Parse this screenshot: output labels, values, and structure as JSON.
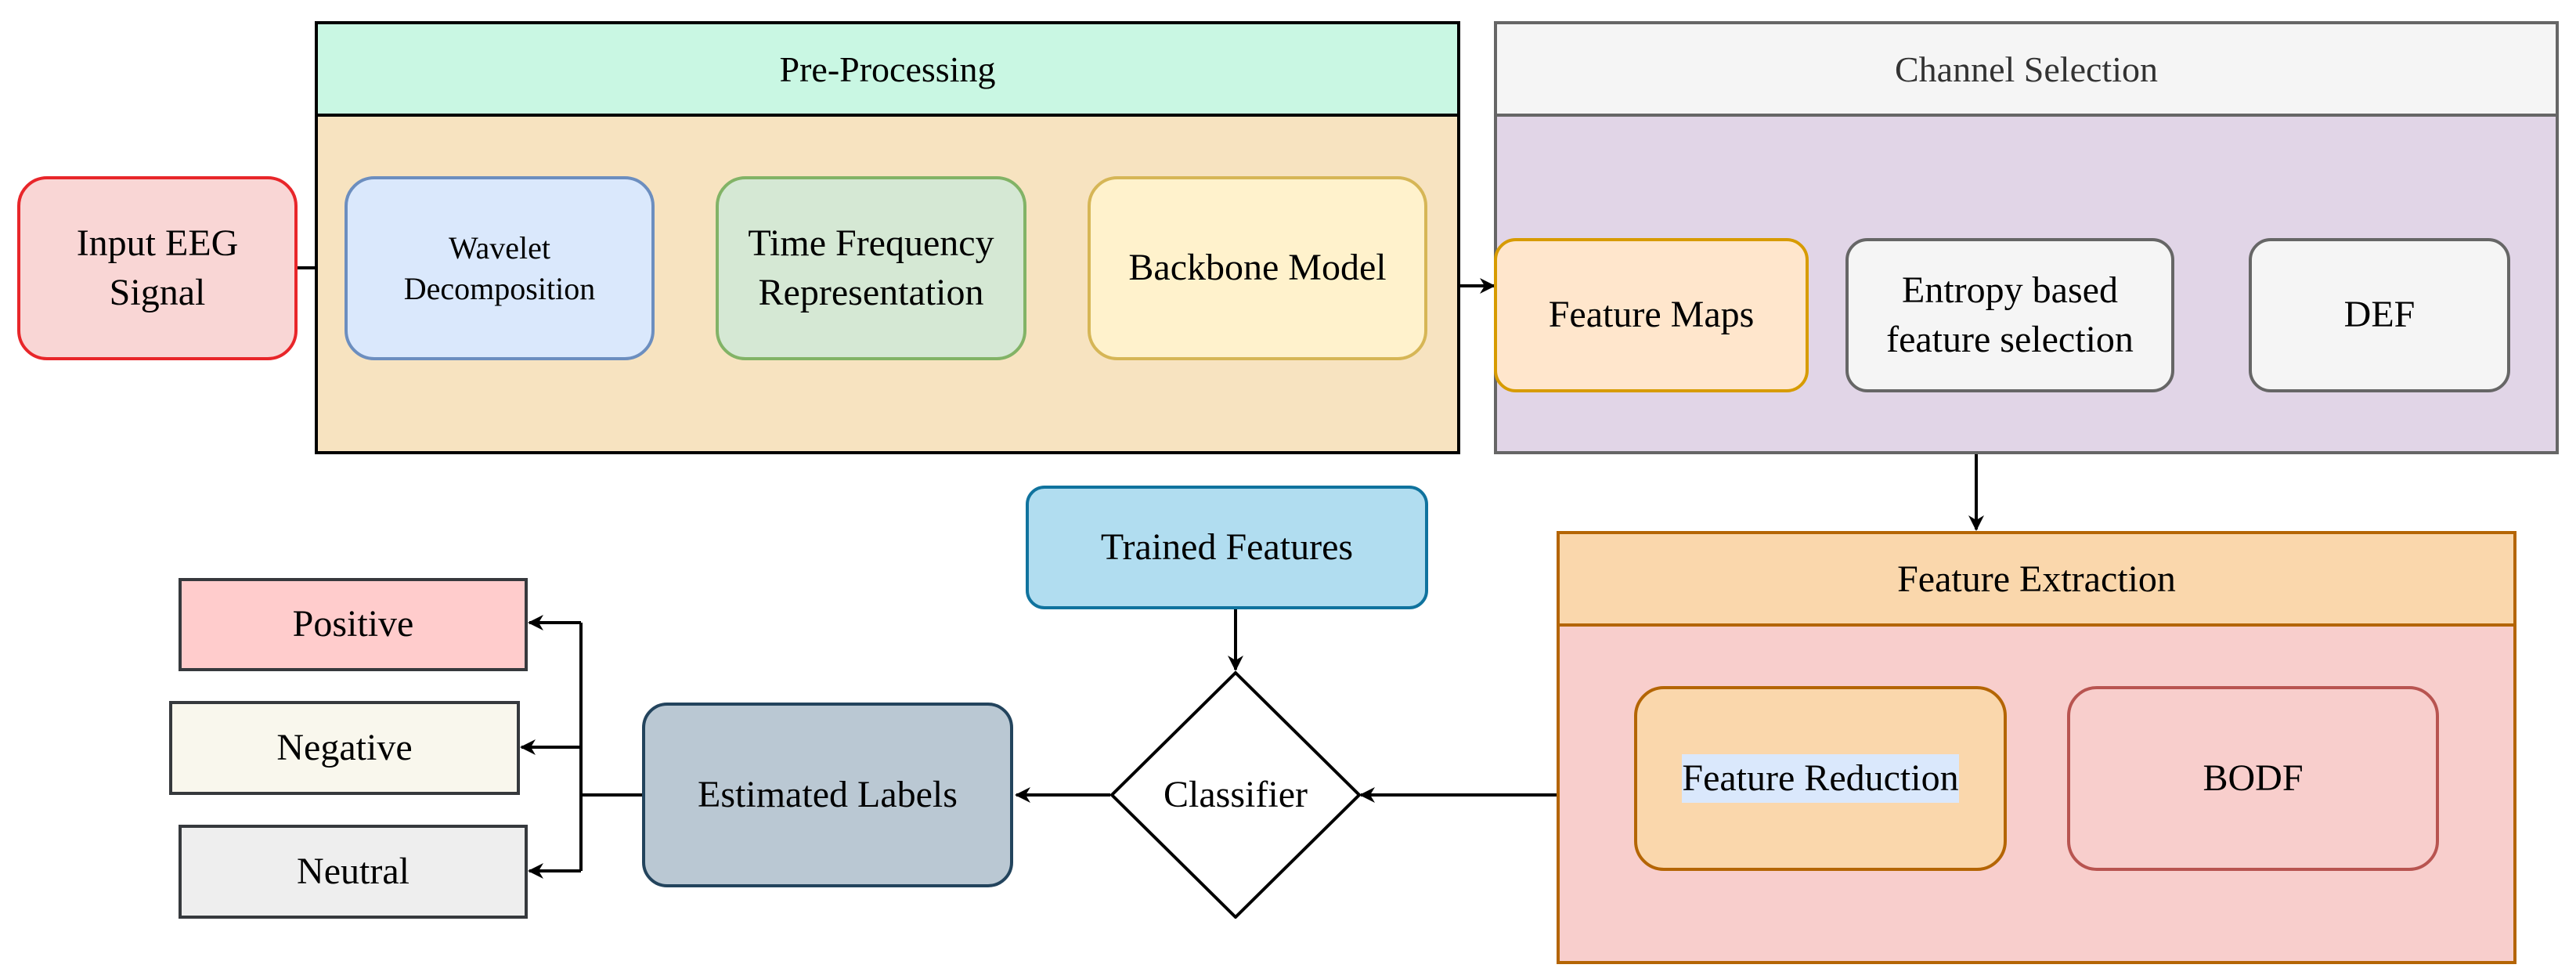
{
  "input": {
    "label": "Input EEG\nSignal"
  },
  "preprocessing": {
    "title": "Pre-Processing",
    "wavelet": "Wavelet\nDecomposition",
    "tfr": "Time Frequency\nRepresentation",
    "backbone": "Backbone Model"
  },
  "channel_selection": {
    "title": "Channel Selection",
    "feature_maps": "Feature Maps",
    "entropy": "Entropy based\nfeature selection",
    "def": "DEF"
  },
  "feature_extraction": {
    "title": "Feature Extraction",
    "reduction": "Feature Reduction",
    "bodf": "BODF"
  },
  "trained_features": "Trained Features",
  "classifier": "Classifier",
  "estimated_labels": "Estimated Labels",
  "outputs": {
    "positive": "Positive",
    "negative": "Negative",
    "neutral": "Neutral"
  },
  "colors": {
    "input_fill": "#f9d6d5",
    "input_border": "#e8262a",
    "pre_header": "#c9f7e3",
    "pre_body": "#f7e3c0",
    "wavelet_fill": "#dae8fc",
    "wavelet_border": "#6c8ebf",
    "tfr_fill": "#d5e8d4",
    "tfr_border": "#82b366",
    "backbone_fill": "#fff2cc",
    "backbone_border": "#d6b656",
    "cs_header": "#f5f5f5",
    "cs_body": "#e1d5e7",
    "cs_border": "#666666",
    "fmaps_fill": "#ffe6cc",
    "fmaps_border": "#d79b00",
    "grey_fill": "#f5f5f5",
    "fe_header": "#fad7ac",
    "fe_body": "#f8cecc",
    "fe_border": "#b46504",
    "reduction_fill": "#fad7ac",
    "bodf_border": "#b85450",
    "trained_fill": "#b1ddf0",
    "trained_border": "#10739e",
    "labels_fill": "#bac8d3",
    "labels_border": "#23445d",
    "positive_fill": "#ffcccc",
    "negative_fill": "#f9f7ed",
    "neutral_fill": "#eeeeee"
  }
}
